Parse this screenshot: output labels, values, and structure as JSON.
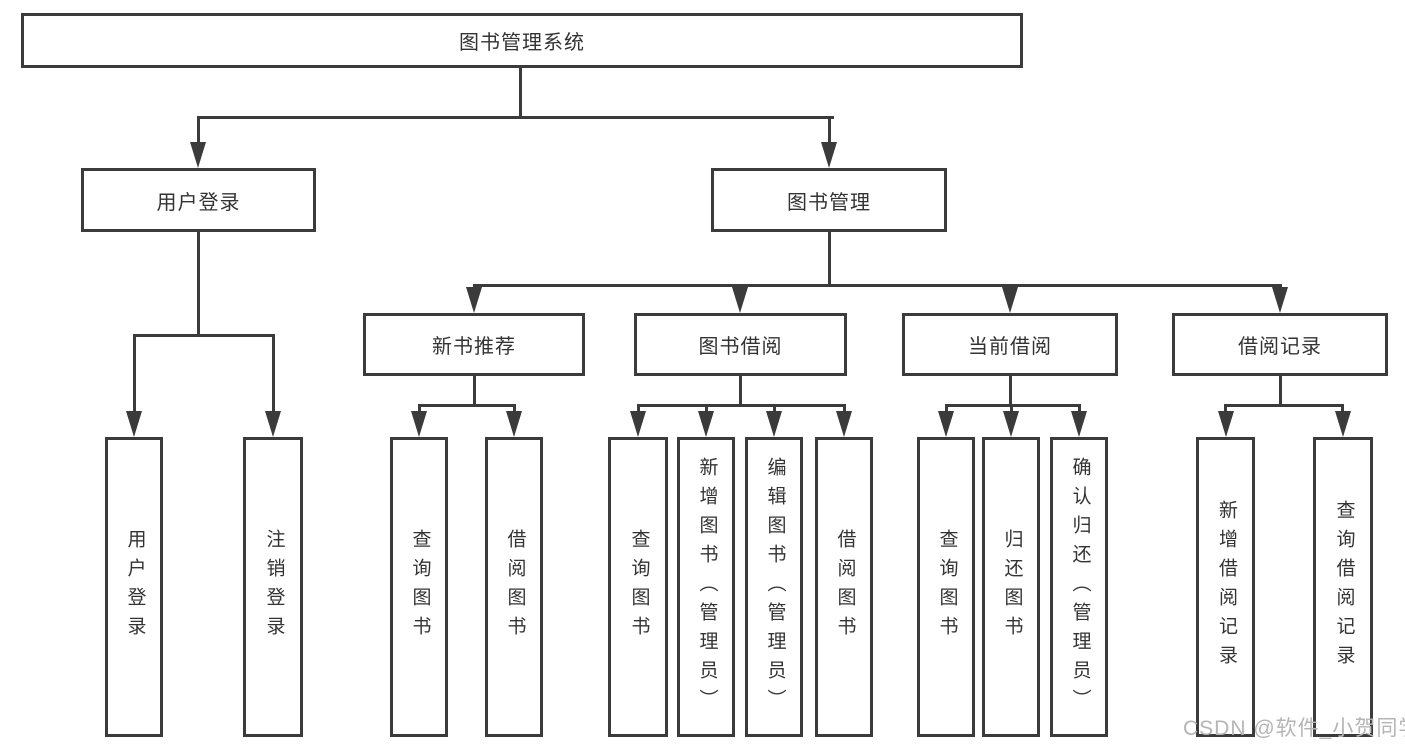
{
  "diagram": {
    "root": {
      "label": "图书管理系统"
    },
    "level2": [
      {
        "label": "用户登录"
      },
      {
        "label": "图书管理"
      }
    ],
    "level3": [
      {
        "label": "新书推荐"
      },
      {
        "label": "图书借阅"
      },
      {
        "label": "当前借阅"
      },
      {
        "label": "借阅记录"
      }
    ],
    "leaves": {
      "user_login": [
        {
          "label": "用户登录"
        },
        {
          "label": "注销登录"
        }
      ],
      "new_book_recommendation": [
        {
          "label": "查询图书"
        },
        {
          "label": "借阅图书"
        }
      ],
      "book_borrowing": [
        {
          "label": "查询图书"
        },
        {
          "label": "新增图书（管理员）"
        },
        {
          "label": "编辑图书（管理员）"
        },
        {
          "label": "借阅图书"
        }
      ],
      "current_borrowing": [
        {
          "label": "查询图书"
        },
        {
          "label": "归还图书"
        },
        {
          "label": "确认归还（管理员）"
        }
      ],
      "borrowing_records": [
        {
          "label": "新增借阅记录"
        },
        {
          "label": "查询借阅记录"
        }
      ]
    }
  },
  "watermark": {
    "text": "CSDN @软件_小贺同学"
  },
  "colors": {
    "line": "#3b3b3b",
    "text": "#333333",
    "watermark": "#b5b5b5",
    "background": "#ffffff"
  }
}
